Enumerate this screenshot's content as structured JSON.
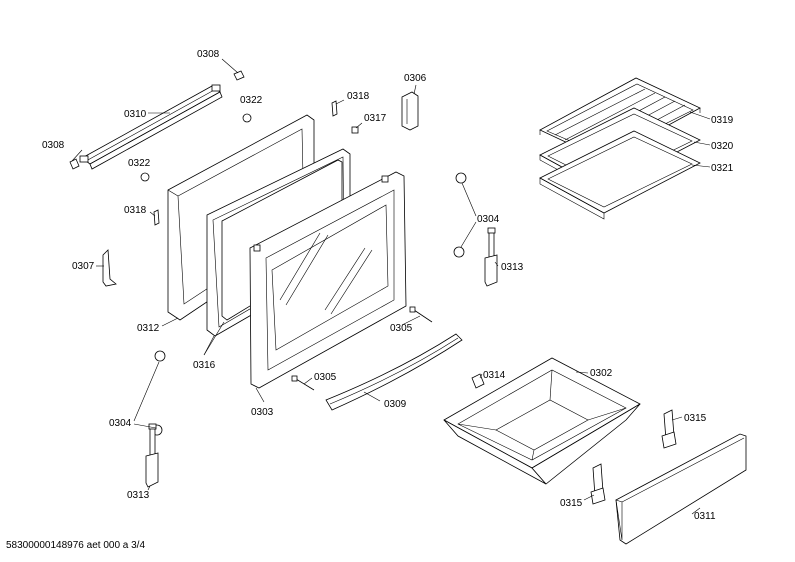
{
  "labels": {
    "p0308a": "0308",
    "p0310": "0310",
    "p0322a": "0322",
    "p0308b": "0308",
    "p0322b": "0322",
    "p0318a": "0318",
    "p0317": "0317",
    "p0306": "0306",
    "p0318b": "0318",
    "p0307": "0307",
    "p0312": "0312",
    "p0316": "0316",
    "p0303": "0303",
    "p0305a": "0305",
    "p0305b": "0305",
    "p0309": "0309",
    "p0304a": "0304",
    "p0313a": "0313",
    "p0304b": "0304",
    "p0313b": "0313",
    "p0319": "0319",
    "p0320": "0320",
    "p0321": "0321",
    "p0314": "0314",
    "p0302": "0302",
    "p0315a": "0315",
    "p0315b": "0315",
    "p0311": "0311"
  },
  "footer": "58300000148976 aet 000 a 3/4"
}
